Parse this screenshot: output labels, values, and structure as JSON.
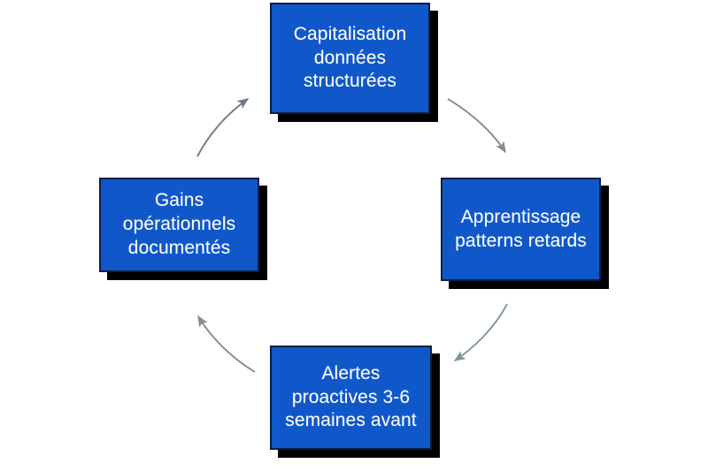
{
  "diagram": {
    "type": "cycle",
    "background_color": "#ffffff",
    "node_fill_color": "#1058ca",
    "node_border_color": "#0b1f44",
    "node_text_color": "#ffffff",
    "shadow_color": "#000000",
    "nodes": [
      {
        "id": "capitalisation",
        "position": "top",
        "label": "Capitalisation\ndonnées\nstructurées"
      },
      {
        "id": "apprentissage",
        "position": "right",
        "label": "Apprentissage\npatterns retards"
      },
      {
        "id": "alertes",
        "position": "bottom",
        "label": "Alertes\nproactives 3-6\nsemaines avant"
      },
      {
        "id": "gains",
        "position": "left",
        "label": "Gains\nopérationnels\ndocumentés"
      }
    ],
    "arrows": [
      {
        "id": "arrow-top-to-right",
        "from": "capitalisation",
        "to": "apprentissage",
        "color": "#8a8a8a",
        "direction": "down-right"
      },
      {
        "id": "arrow-right-to-bottom",
        "from": "apprentissage",
        "to": "alertes",
        "color": "#7d9a8c",
        "direction": "down-left"
      },
      {
        "id": "arrow-bottom-to-left",
        "from": "alertes",
        "to": "gains",
        "color": "#8a8a8a",
        "direction": "up-left"
      },
      {
        "id": "arrow-left-to-top",
        "from": "gains",
        "to": "capitalisation",
        "color": "#6e7b86",
        "direction": "up-right"
      }
    ]
  }
}
